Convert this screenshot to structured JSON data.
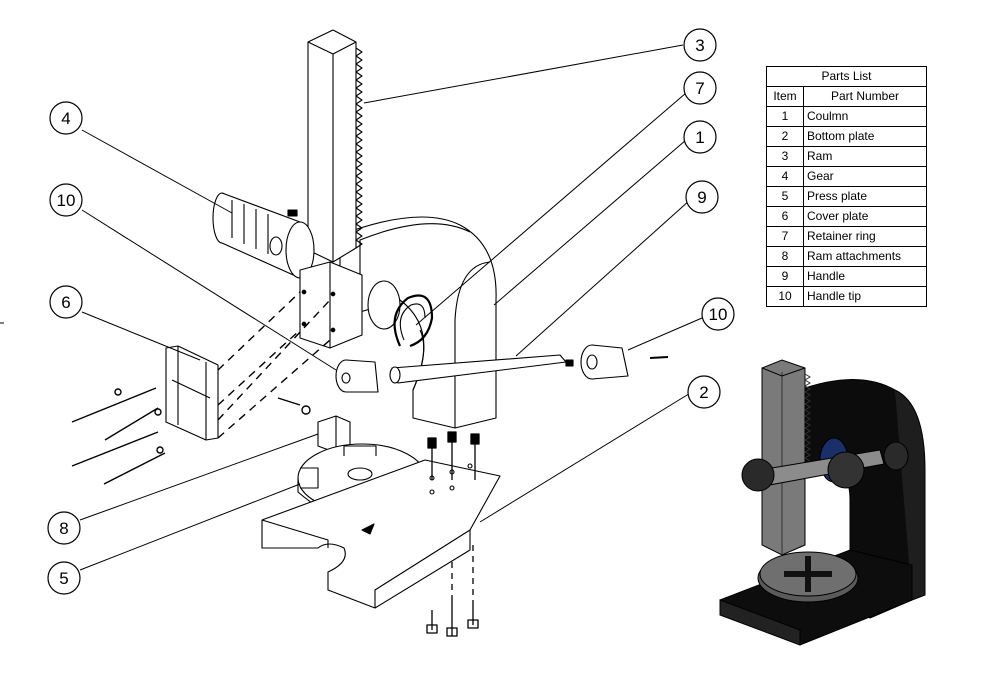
{
  "parts_list": {
    "title": "Parts List",
    "header_item": "Item",
    "header_part": "Part Number",
    "rows": [
      {
        "item": "1",
        "name": "Coulmn"
      },
      {
        "item": "2",
        "name": "Bottom plate"
      },
      {
        "item": "3",
        "name": "Ram"
      },
      {
        "item": "4",
        "name": "Gear"
      },
      {
        "item": "5",
        "name": "Press plate"
      },
      {
        "item": "6",
        "name": "Cover plate"
      },
      {
        "item": "7",
        "name": "Retainer ring"
      },
      {
        "item": "8",
        "name": "Ram attachments"
      },
      {
        "item": "9",
        "name": "Handle"
      },
      {
        "item": "10",
        "name": "Handle tip"
      }
    ]
  },
  "callouts": {
    "c3": "3",
    "c7": "7",
    "c1": "1",
    "c4": "4",
    "c10a": "10",
    "c9": "9",
    "c6": "6",
    "c10b": "10",
    "c2": "2",
    "c8": "8",
    "c5": "5"
  },
  "colors": {
    "line": "#000000",
    "render_body": "#111111",
    "render_steel": "#7a7a7a"
  }
}
